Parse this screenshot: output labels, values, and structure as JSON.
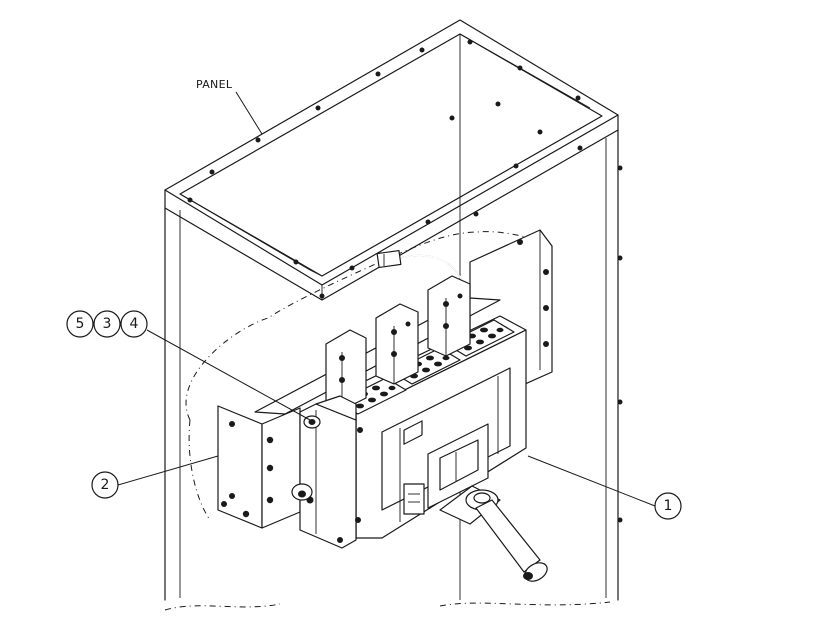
{
  "panel_label": "PANEL",
  "callouts": [
    {
      "id": "c1",
      "label": "1"
    },
    {
      "id": "c2",
      "label": "2"
    },
    {
      "id": "c5",
      "label": "5"
    },
    {
      "id": "c3",
      "label": "3"
    },
    {
      "id": "c4",
      "label": "4"
    }
  ],
  "colors": {
    "line": "#1a1a1a",
    "background": "#ffffff"
  }
}
